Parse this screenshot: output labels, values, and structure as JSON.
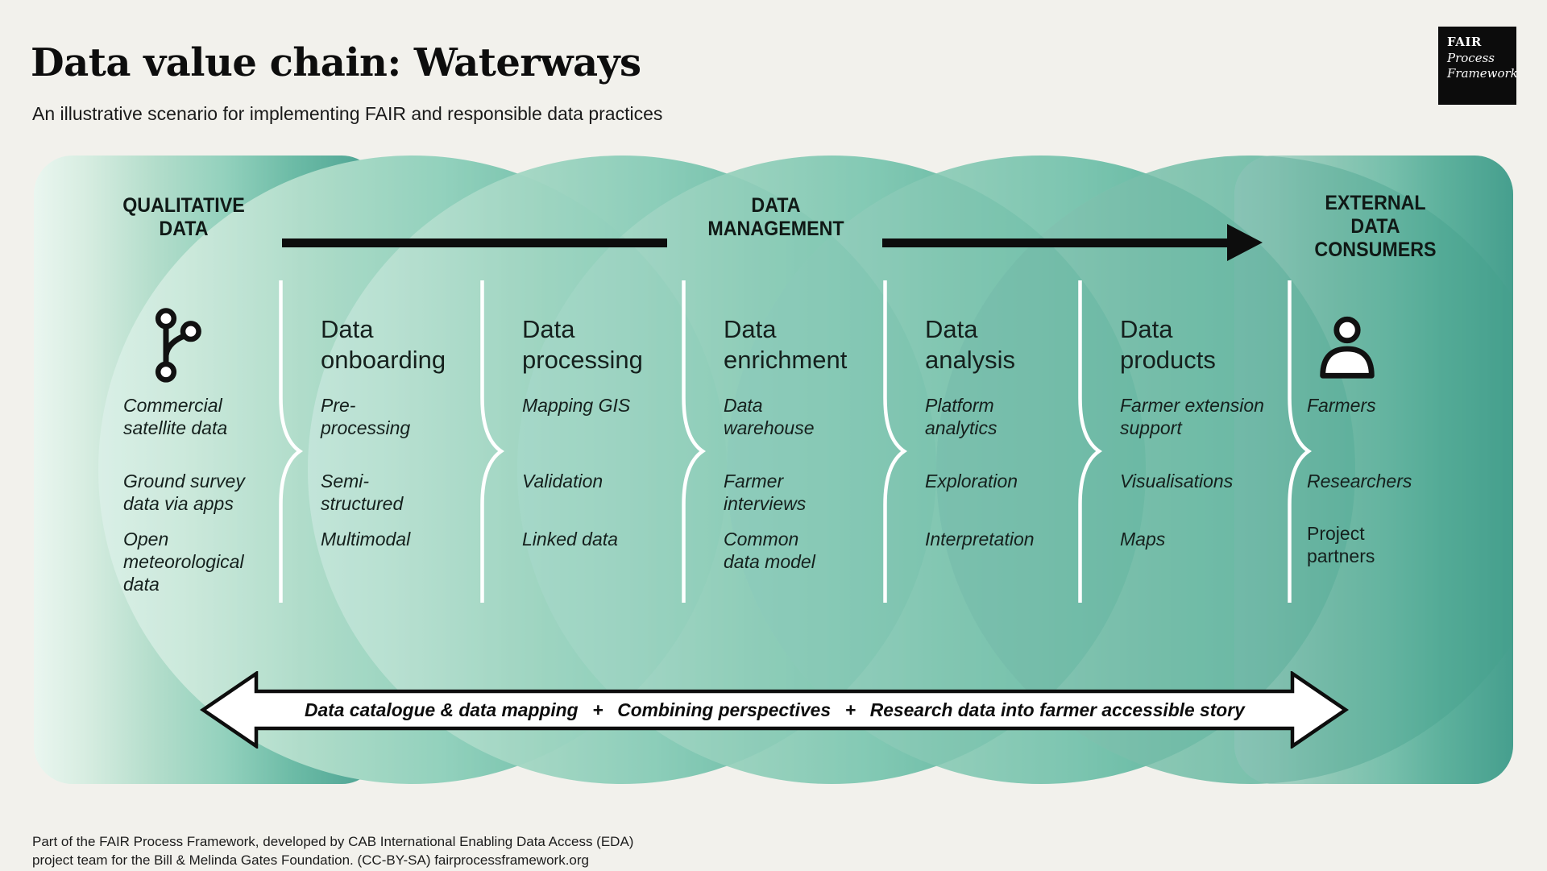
{
  "page": {
    "background": "#f2f1ec",
    "accent": "#0d0d0d"
  },
  "header": {
    "title": "Data value chain: Waterways",
    "subtitle": "An illustrative scenario for implementing FAIR and responsible data practices"
  },
  "logo": {
    "fair": "FAIR",
    "process": "Process",
    "framework": "Framework"
  },
  "band": {
    "left_heading": "QUALITATIVE\nDATA",
    "middle_heading": "DATA\nMANAGEMENT",
    "right_heading": "EXTERNAL\nDATA\nCONSUMERS",
    "colors": {
      "band_left": "#eaf6f0",
      "band_right": "#4aa191",
      "divider": "#ffffff"
    }
  },
  "qualitative": {
    "icon": "branch-network-icon",
    "items": [
      "Commercial\nsatellite data",
      "Ground survey\ndata via apps",
      "Open\nmeteorological\ndata"
    ]
  },
  "columns": [
    {
      "title": "Data\nonboarding",
      "items": [
        "Pre-\nprocessing",
        "Semi-\nstructured",
        "Multimodal"
      ]
    },
    {
      "title": "Data\nprocessing",
      "items": [
        "Mapping GIS",
        "Validation",
        "Linked data"
      ]
    },
    {
      "title": "Data\nenrichment",
      "items": [
        "Data\nwarehouse",
        "Farmer\ninterviews",
        "Common\ndata model"
      ]
    },
    {
      "title": "Data\nanalysis",
      "items": [
        "Platform\nanalytics",
        "Exploration",
        "Interpretation"
      ]
    },
    {
      "title": "Data\nproducts",
      "items": [
        "Farmer extension\nsupport",
        "Visualisations",
        "Maps"
      ]
    }
  ],
  "consumers": {
    "icon": "person-icon",
    "items": [
      "Farmers",
      "Researchers",
      "Project\npartners"
    ]
  },
  "bottom_arrow": {
    "text": "Data catalogue & data mapping  +  Combining perspectives  +  Research data into farmer accessible story"
  },
  "footer": {
    "text": "Part of the FAIR Process Framework, developed by CAB International Enabling Data Access (EDA)\nproject team for the Bill & Melinda Gates Foundation. (CC-BY-SA) fairprocessframework.org"
  }
}
